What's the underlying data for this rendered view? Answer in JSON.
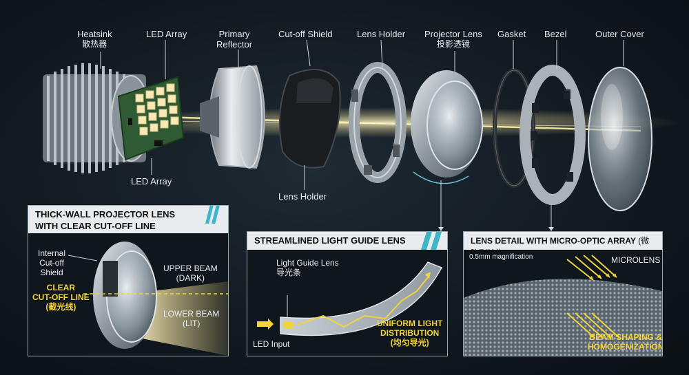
{
  "labels": {
    "heatsink": {
      "en": "Heatsink",
      "zh": "散热器"
    },
    "led_array_top": "LED Array",
    "primary_reflector": {
      "line1": "Primary",
      "line2": "Reflector"
    },
    "cutoff_shield": "Cut-off Shield",
    "lens_holder_top": "Lens Holder",
    "projector_lens": {
      "en": "Projector Lens",
      "zh": "投影透镜"
    },
    "gasket": "Gasket",
    "bezel": "Bezel",
    "outer_cover": "Outer Cover",
    "led_array_bottom": "LED Array",
    "lens_holder_bottom": "Lens Holder"
  },
  "panels": {
    "thick_wall": {
      "title_line1": "THICK-WALL PROJECTOR LENS",
      "title_line2": "WITH CLEAR CUT-OFF LINE",
      "internal_shield": {
        "line1": "Internal",
        "line2": "Cut-off",
        "line3": "Shield"
      },
      "clear_cutoff": {
        "line1": "CLEAR",
        "line2": "CUT-OFF LINE",
        "line3": "(截光线)"
      },
      "upper_beam": {
        "line1": "UPPER BEAM",
        "line2": "(DARK)"
      },
      "lower_beam": {
        "line1": "LOWER BEAM",
        "line2": "(LIT)"
      }
    },
    "light_guide": {
      "title": "STREAMLINED LIGHT GUIDE LENS",
      "guide_label": {
        "en": "Light Guide Lens",
        "zh": "导光条"
      },
      "led_input": "LED Input",
      "uniform": {
        "line1": "UNIFORM LIGHT",
        "line2": "DISTRIBUTION",
        "line3": "(均匀导光)"
      }
    },
    "micro_optic": {
      "title": "LENS DETAIL WITH MICRO-OPTIC ARRAY",
      "title_zh": "(微阵列结构)",
      "magnification": "0.5mm magnification",
      "microlens": "MICROLENS",
      "beam_shaping": {
        "line1": "BEAM SHAPING &",
        "line2": "HOMOGENIZATION"
      }
    }
  },
  "colors": {
    "beam": "#f4e7a0",
    "accent_stripe": "#3fb6c8",
    "label_yellow": "#f3d33c",
    "pcb_green": "#2f5a34",
    "led_cell": "#f7eab8"
  },
  "components": [
    {
      "name": "heatsink"
    },
    {
      "name": "led-array"
    },
    {
      "name": "primary-reflector"
    },
    {
      "name": "cutoff-shield"
    },
    {
      "name": "lens-holder"
    },
    {
      "name": "projector-lens"
    },
    {
      "name": "gasket"
    },
    {
      "name": "bezel"
    },
    {
      "name": "outer-cover"
    }
  ]
}
